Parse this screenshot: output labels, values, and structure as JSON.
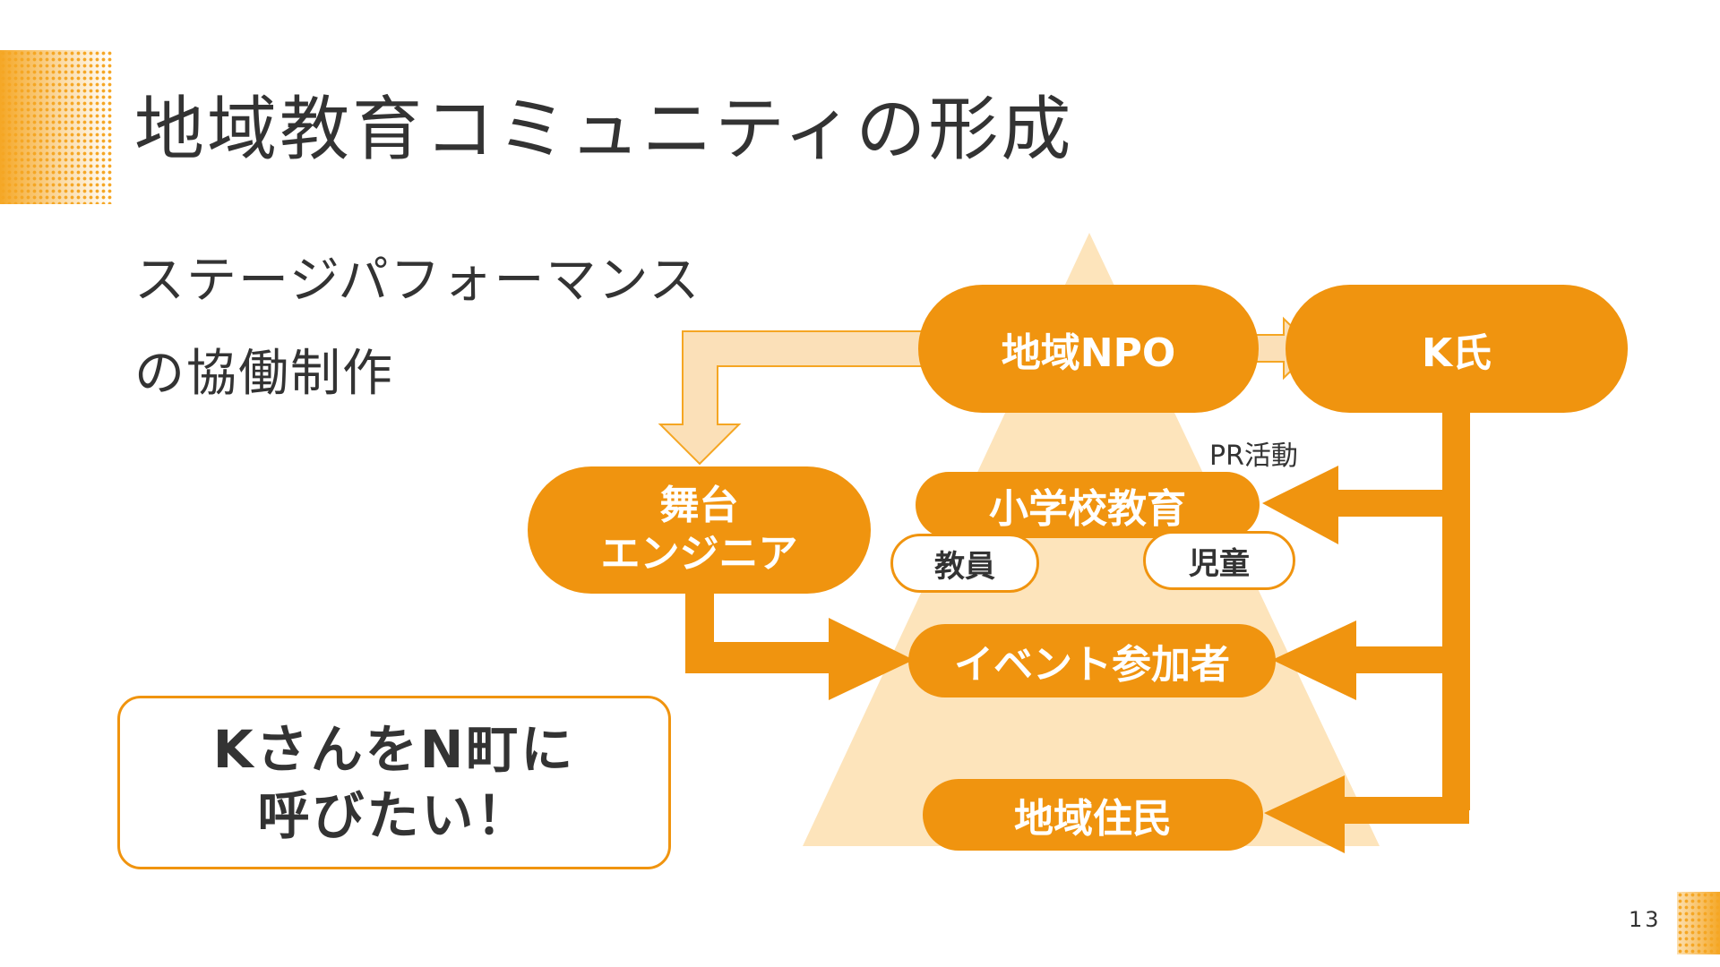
{
  "slide": {
    "title": "地域教育コミュニティの形成",
    "subtitle_line1": "ステージパフォーマンス",
    "subtitle_line2": "の協働制作",
    "page_number": "13"
  },
  "diagram": {
    "npo": "地域NPO",
    "k": "K氏",
    "stage_line1": "舞台",
    "stage_line2": "エンジニア",
    "school": "小学校教育",
    "teacher": "教員",
    "children": "児童",
    "participants": "イベント参加者",
    "residents": "地域住民",
    "pr_label": "PR活動"
  },
  "callout": {
    "line1": "KさんをN町に",
    "line2": "呼びたい！"
  },
  "colors": {
    "accent": "#f0940f",
    "pyramid": "#fde4bb",
    "light_arrow": "#fbe0b8"
  }
}
